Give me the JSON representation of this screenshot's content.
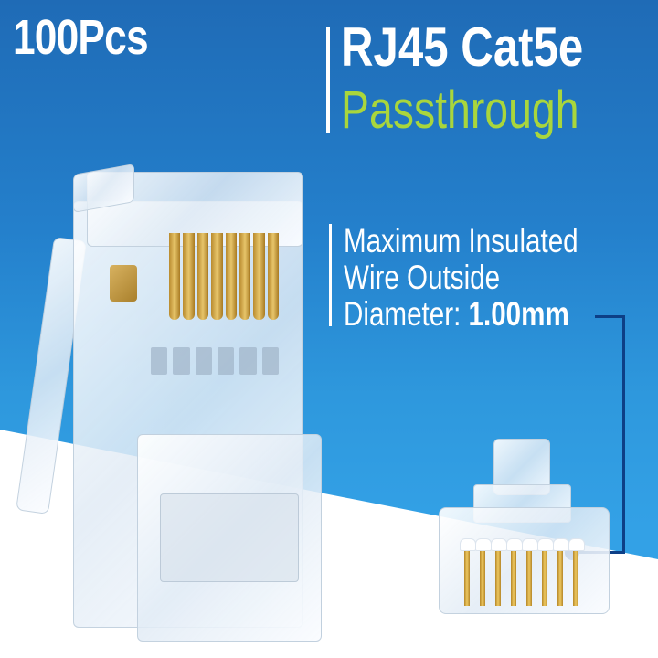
{
  "banner": {
    "quantity": "100Pcs",
    "title": "RJ45 Cat5e",
    "subtitle": "Passthrough",
    "spec": {
      "line1": "Maximum Insulated",
      "line2": "Wire Outside",
      "line3_label": "Diameter: ",
      "line3_value": "1.00mm"
    }
  },
  "colors": {
    "background_top": "#1F6BB6",
    "background_bottom": "#33A1E6",
    "subtitle_green": "#A9D63C",
    "callout_navy": "#0D3F86",
    "pin_gold": "#E7C56A"
  },
  "product": {
    "large_connector_pins": 8,
    "small_connector_pins": 8
  }
}
